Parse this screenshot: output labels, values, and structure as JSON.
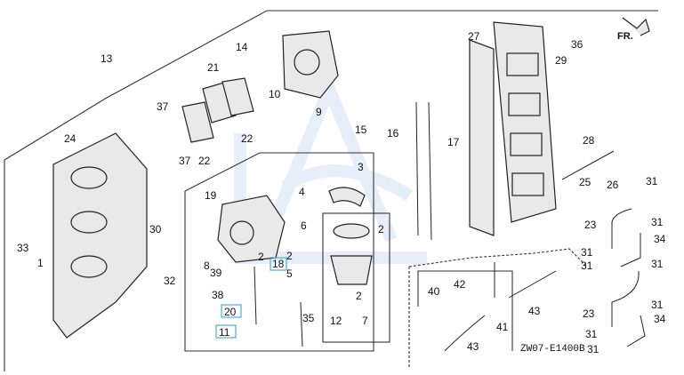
{
  "diagram": {
    "code": "ZW07-E1400B",
    "direction_label": "FR.",
    "callouts": [
      "13",
      "14",
      "21",
      "10",
      "9",
      "37",
      "22",
      "37",
      "22",
      "24",
      "15",
      "3",
      "4",
      "19",
      "6",
      "2",
      "33",
      "1",
      "30",
      "32",
      "8",
      "2",
      "2",
      "18",
      "5",
      "2",
      "39",
      "38",
      "20",
      "11",
      "35",
      "12",
      "7",
      "16",
      "17",
      "27",
      "29",
      "36",
      "28",
      "25",
      "26",
      "31",
      "23",
      "31",
      "34",
      "31",
      "31",
      "31",
      "40",
      "42",
      "41",
      "43",
      "43",
      "23",
      "31",
      "31",
      "34",
      "31"
    ],
    "highlighted_callouts": [
      "18",
      "20",
      "11"
    ],
    "colors": {
      "line": "#222222",
      "highlight": "#3399cc",
      "watermark": "#c8d8f0"
    }
  }
}
